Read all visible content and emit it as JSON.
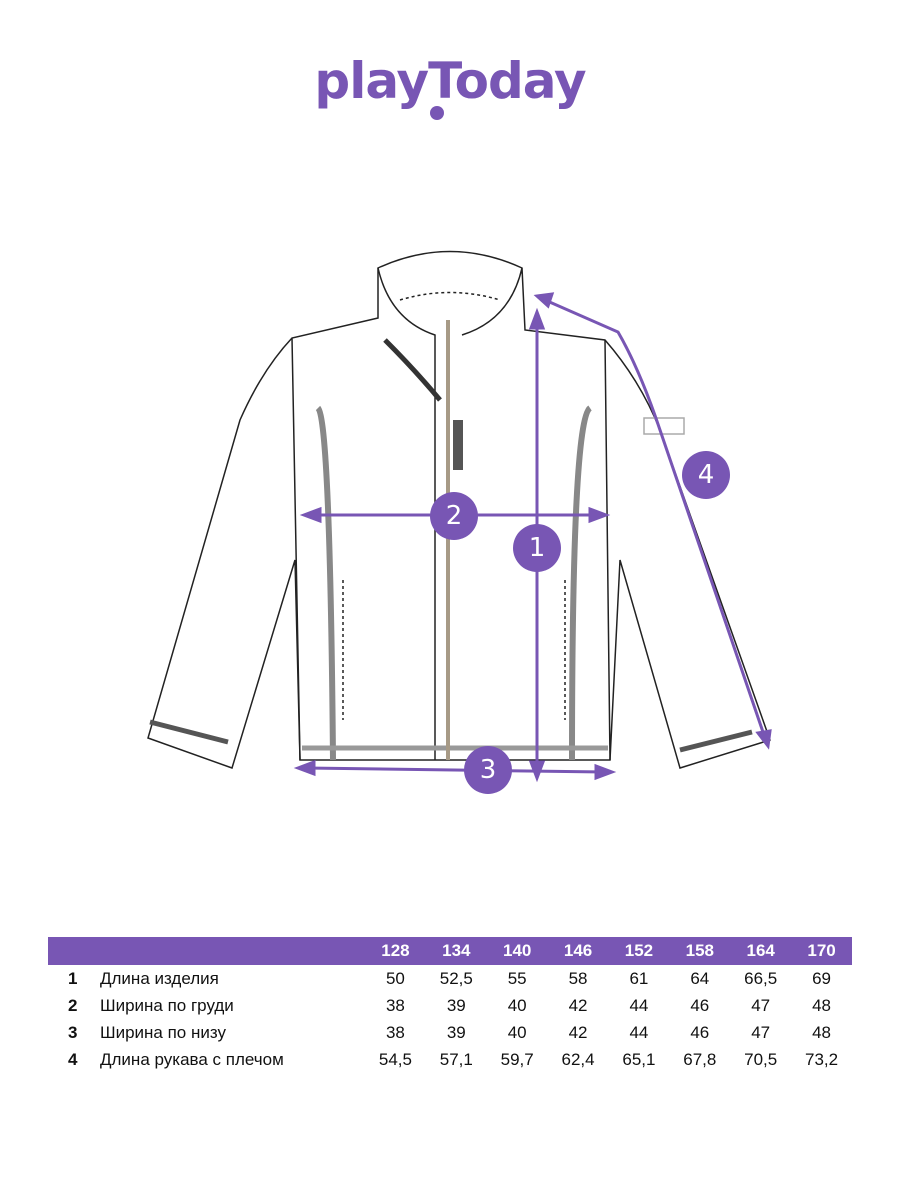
{
  "brand": {
    "logo_text": "playToday",
    "color": "#7856b4"
  },
  "diagram": {
    "markers": [
      "1",
      "2",
      "3",
      "4"
    ]
  },
  "size_table": {
    "sizes": [
      "128",
      "134",
      "140",
      "146",
      "152",
      "158",
      "164",
      "170"
    ],
    "rows": [
      {
        "num": "1",
        "label": "Длина изделия",
        "values": [
          "50",
          "52,5",
          "55",
          "58",
          "61",
          "64",
          "66,5",
          "69"
        ]
      },
      {
        "num": "2",
        "label": "Ширина по груди",
        "values": [
          "38",
          "39",
          "40",
          "42",
          "44",
          "46",
          "47",
          "48"
        ]
      },
      {
        "num": "3",
        "label": "Ширина по низу",
        "values": [
          "38",
          "39",
          "40",
          "42",
          "44",
          "46",
          "47",
          "48"
        ]
      },
      {
        "num": "4",
        "label": "Длина рукава с плечом",
        "values": [
          "54,5",
          "57,1",
          "59,7",
          "62,4",
          "65,1",
          "67,8",
          "70,5",
          "73,2"
        ]
      }
    ]
  }
}
